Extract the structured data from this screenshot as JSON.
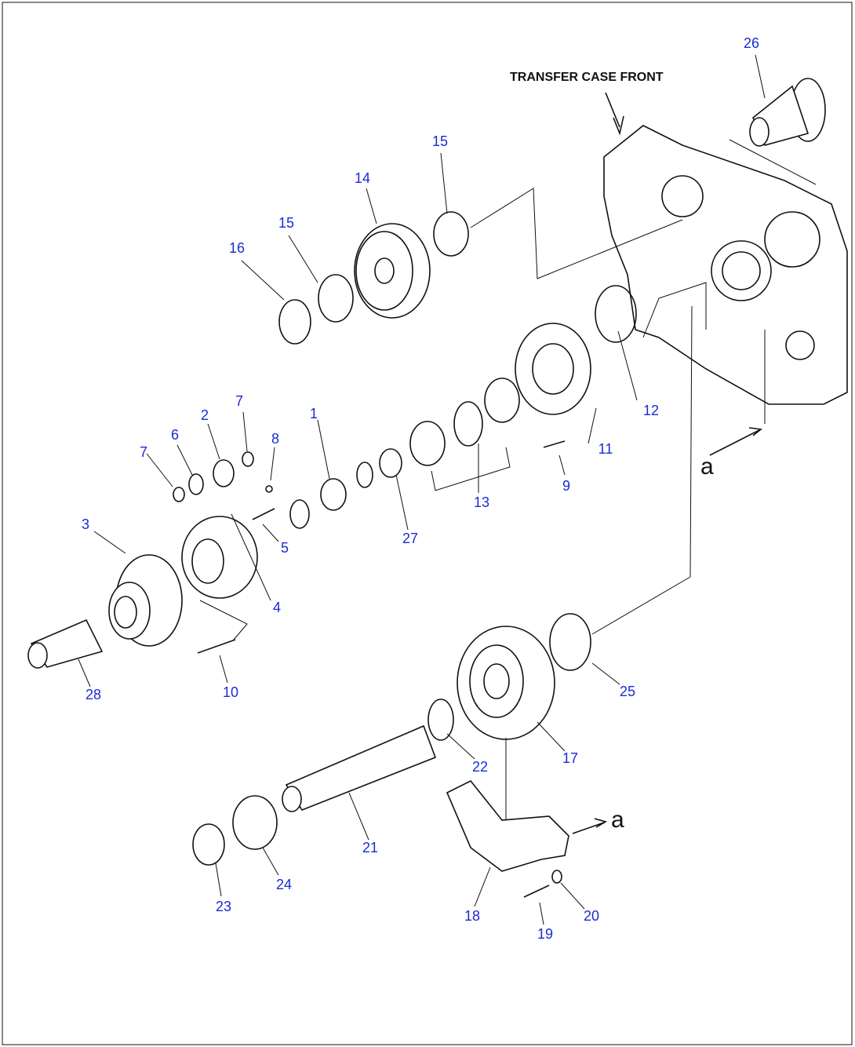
{
  "diagram": {
    "title": "TRANSFER CASE FRONT",
    "view_marker": "a",
    "frame_color": "#111111",
    "label_color": "#1a2bd6",
    "callouts": [
      "1",
      "2",
      "3",
      "4",
      "5",
      "6",
      "7",
      "7",
      "8",
      "9",
      "10",
      "11",
      "12",
      "13",
      "14",
      "15",
      "15",
      "16",
      "17",
      "18",
      "19",
      "20",
      "21",
      "22",
      "23",
      "24",
      "25",
      "26",
      "27",
      "28"
    ]
  }
}
